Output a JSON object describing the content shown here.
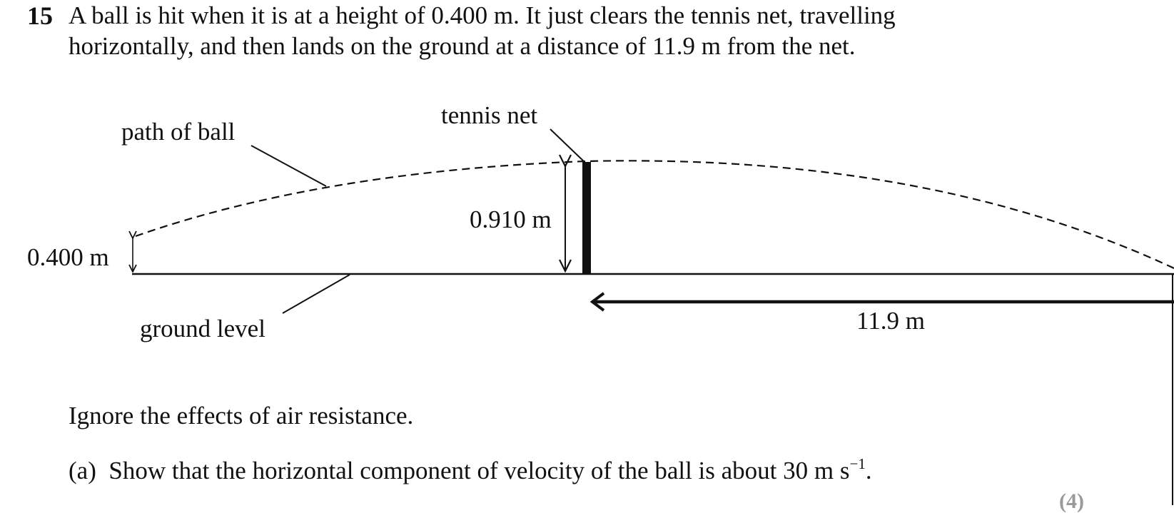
{
  "question": {
    "number": "15",
    "intro_line1": "A ball is hit when it is at a height of 0.400 m.  It just clears the tennis net, travelling",
    "intro_line2": "horizontally, and then lands on the ground at a distance of 11.9 m from the net."
  },
  "diagram": {
    "label_path": "path of ball",
    "label_net": "tennis net",
    "label_ground": "ground level",
    "label_start_height": "0.400 m",
    "label_net_height": "0.910 m",
    "label_distance": "11.9 m"
  },
  "body": {
    "instruction": "Ignore the effects of air resistance.",
    "part_a_label": "(a)",
    "part_a_text": "Show that the horizontal component of velocity of the ball is about 30 m s",
    "part_a_exponent": "−1",
    "part_a_end": ".",
    "marks": "(4)"
  }
}
